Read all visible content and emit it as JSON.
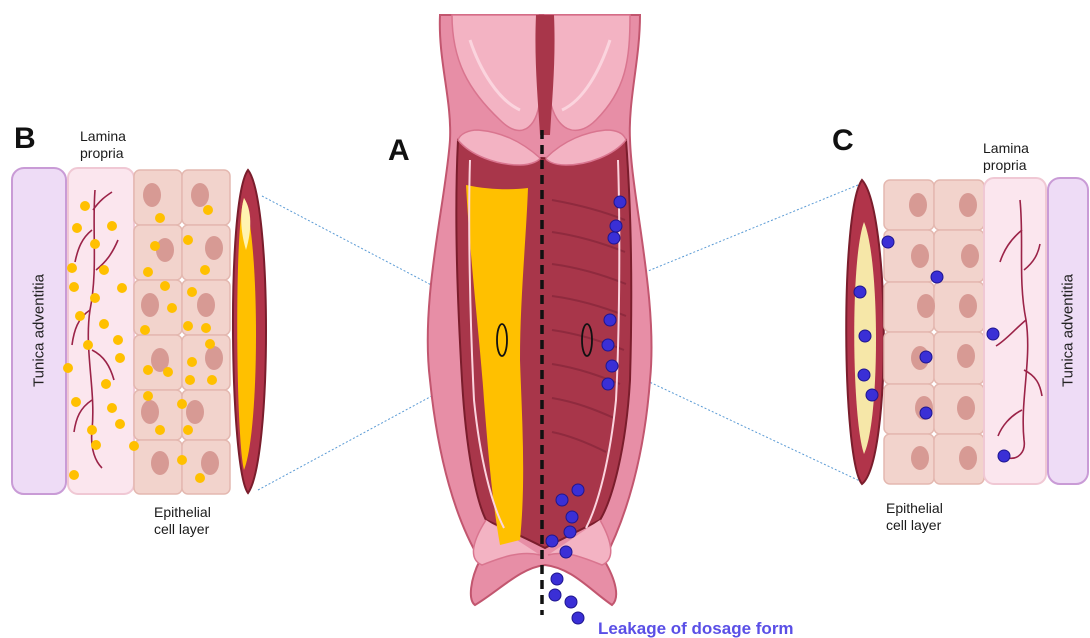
{
  "labels": {
    "panel_a": "A",
    "panel_b": "B",
    "panel_c": "C",
    "lamina_propria": "Lamina propria",
    "lamina_b_line1": "Lamina",
    "lamina_b_line2": "propria",
    "lamina_c_line1": "Lamina",
    "lamina_c_line2": "propria",
    "tunica_adventitia": "Tunica adventitia",
    "epithelial_b_line1": "Epithelial",
    "epithelial_b_line2": "cell layer",
    "epithelial_c_line1": "Epithelial",
    "epithelial_c_line2": "cell layer",
    "leakage": "Leakage of dosage form"
  },
  "colors": {
    "yellow_dosage": "#ffc000",
    "blue_dosage": "#3a2fd6",
    "tissue_dark": "#a8364a",
    "tissue_pink": "#e8a0b0",
    "cell_fill": "#f2d3cc",
    "nucleus": "#d79a94",
    "adventitia": "#eedcf6",
    "lamina": "#fbe6ee",
    "leak_text": "#5a4fe6",
    "guide_line": "#5b9bd5"
  },
  "icons": {
    "vagina_cross_section": "vagina-cross-section-illustration",
    "tissue_b": "tissue-layer-illustration-left",
    "tissue_c": "tissue-layer-illustration-right"
  }
}
